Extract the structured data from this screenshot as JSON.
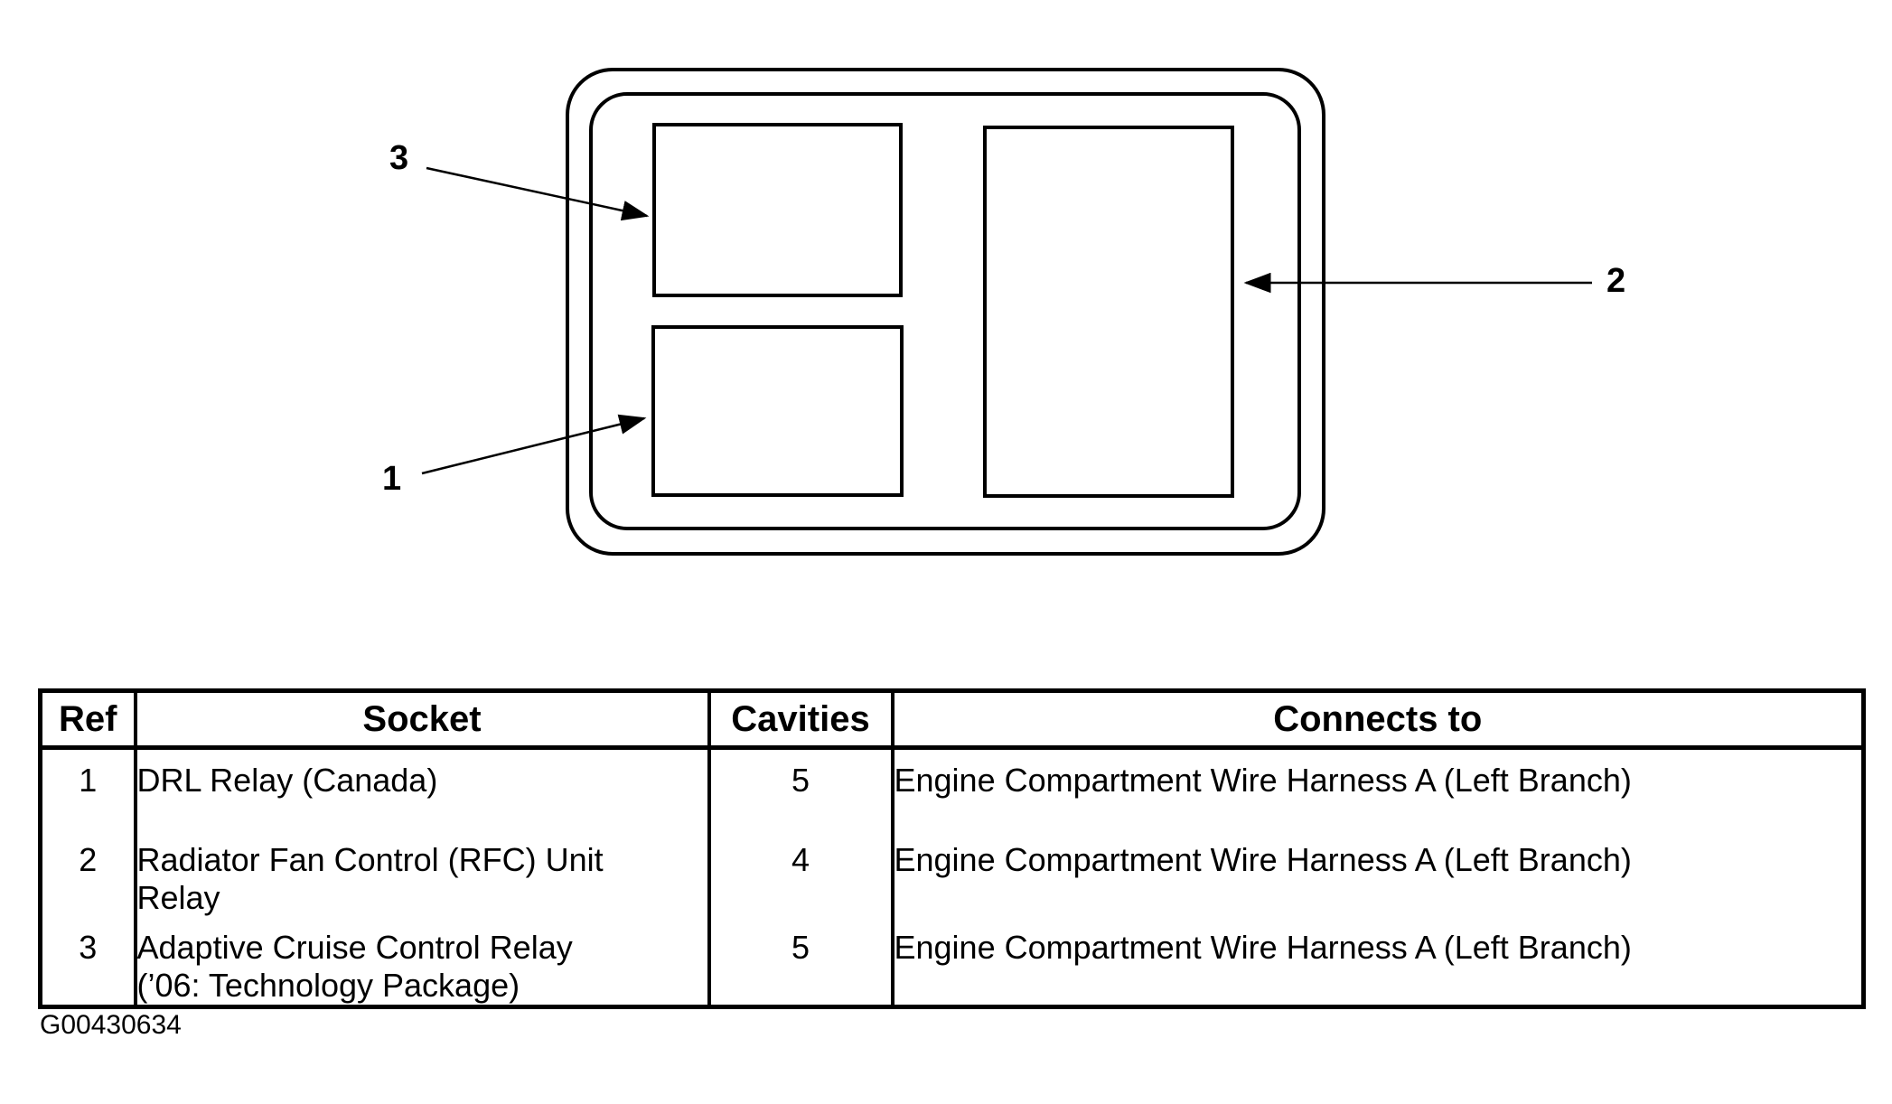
{
  "figure": {
    "graphic_id": "G00430634"
  },
  "diagram": {
    "callouts": [
      {
        "ref": "3"
      },
      {
        "ref": "1"
      },
      {
        "ref": "2"
      }
    ]
  },
  "table": {
    "headers": {
      "ref": "Ref",
      "socket": "Socket",
      "cavities": "Cavities",
      "connects_to": "Connects to"
    },
    "rows": [
      {
        "ref": "1",
        "socket": "DRL Relay (Canada)",
        "cavities": "5",
        "connects_to": "Engine Compartment Wire Harness A (Left Branch)"
      },
      {
        "ref": "2",
        "socket": "Radiator Fan Control (RFC) Unit\nRelay",
        "cavities": "4",
        "connects_to": "Engine Compartment Wire Harness A (Left Branch)"
      },
      {
        "ref": "3",
        "socket": "Adaptive Cruise Control Relay\n(’06: Technology Package)",
        "cavities": "5",
        "connects_to": "Engine Compartment Wire Harness A (Left Branch)"
      }
    ]
  },
  "colors": {
    "ink": "#000000",
    "paper": "#ffffff"
  }
}
